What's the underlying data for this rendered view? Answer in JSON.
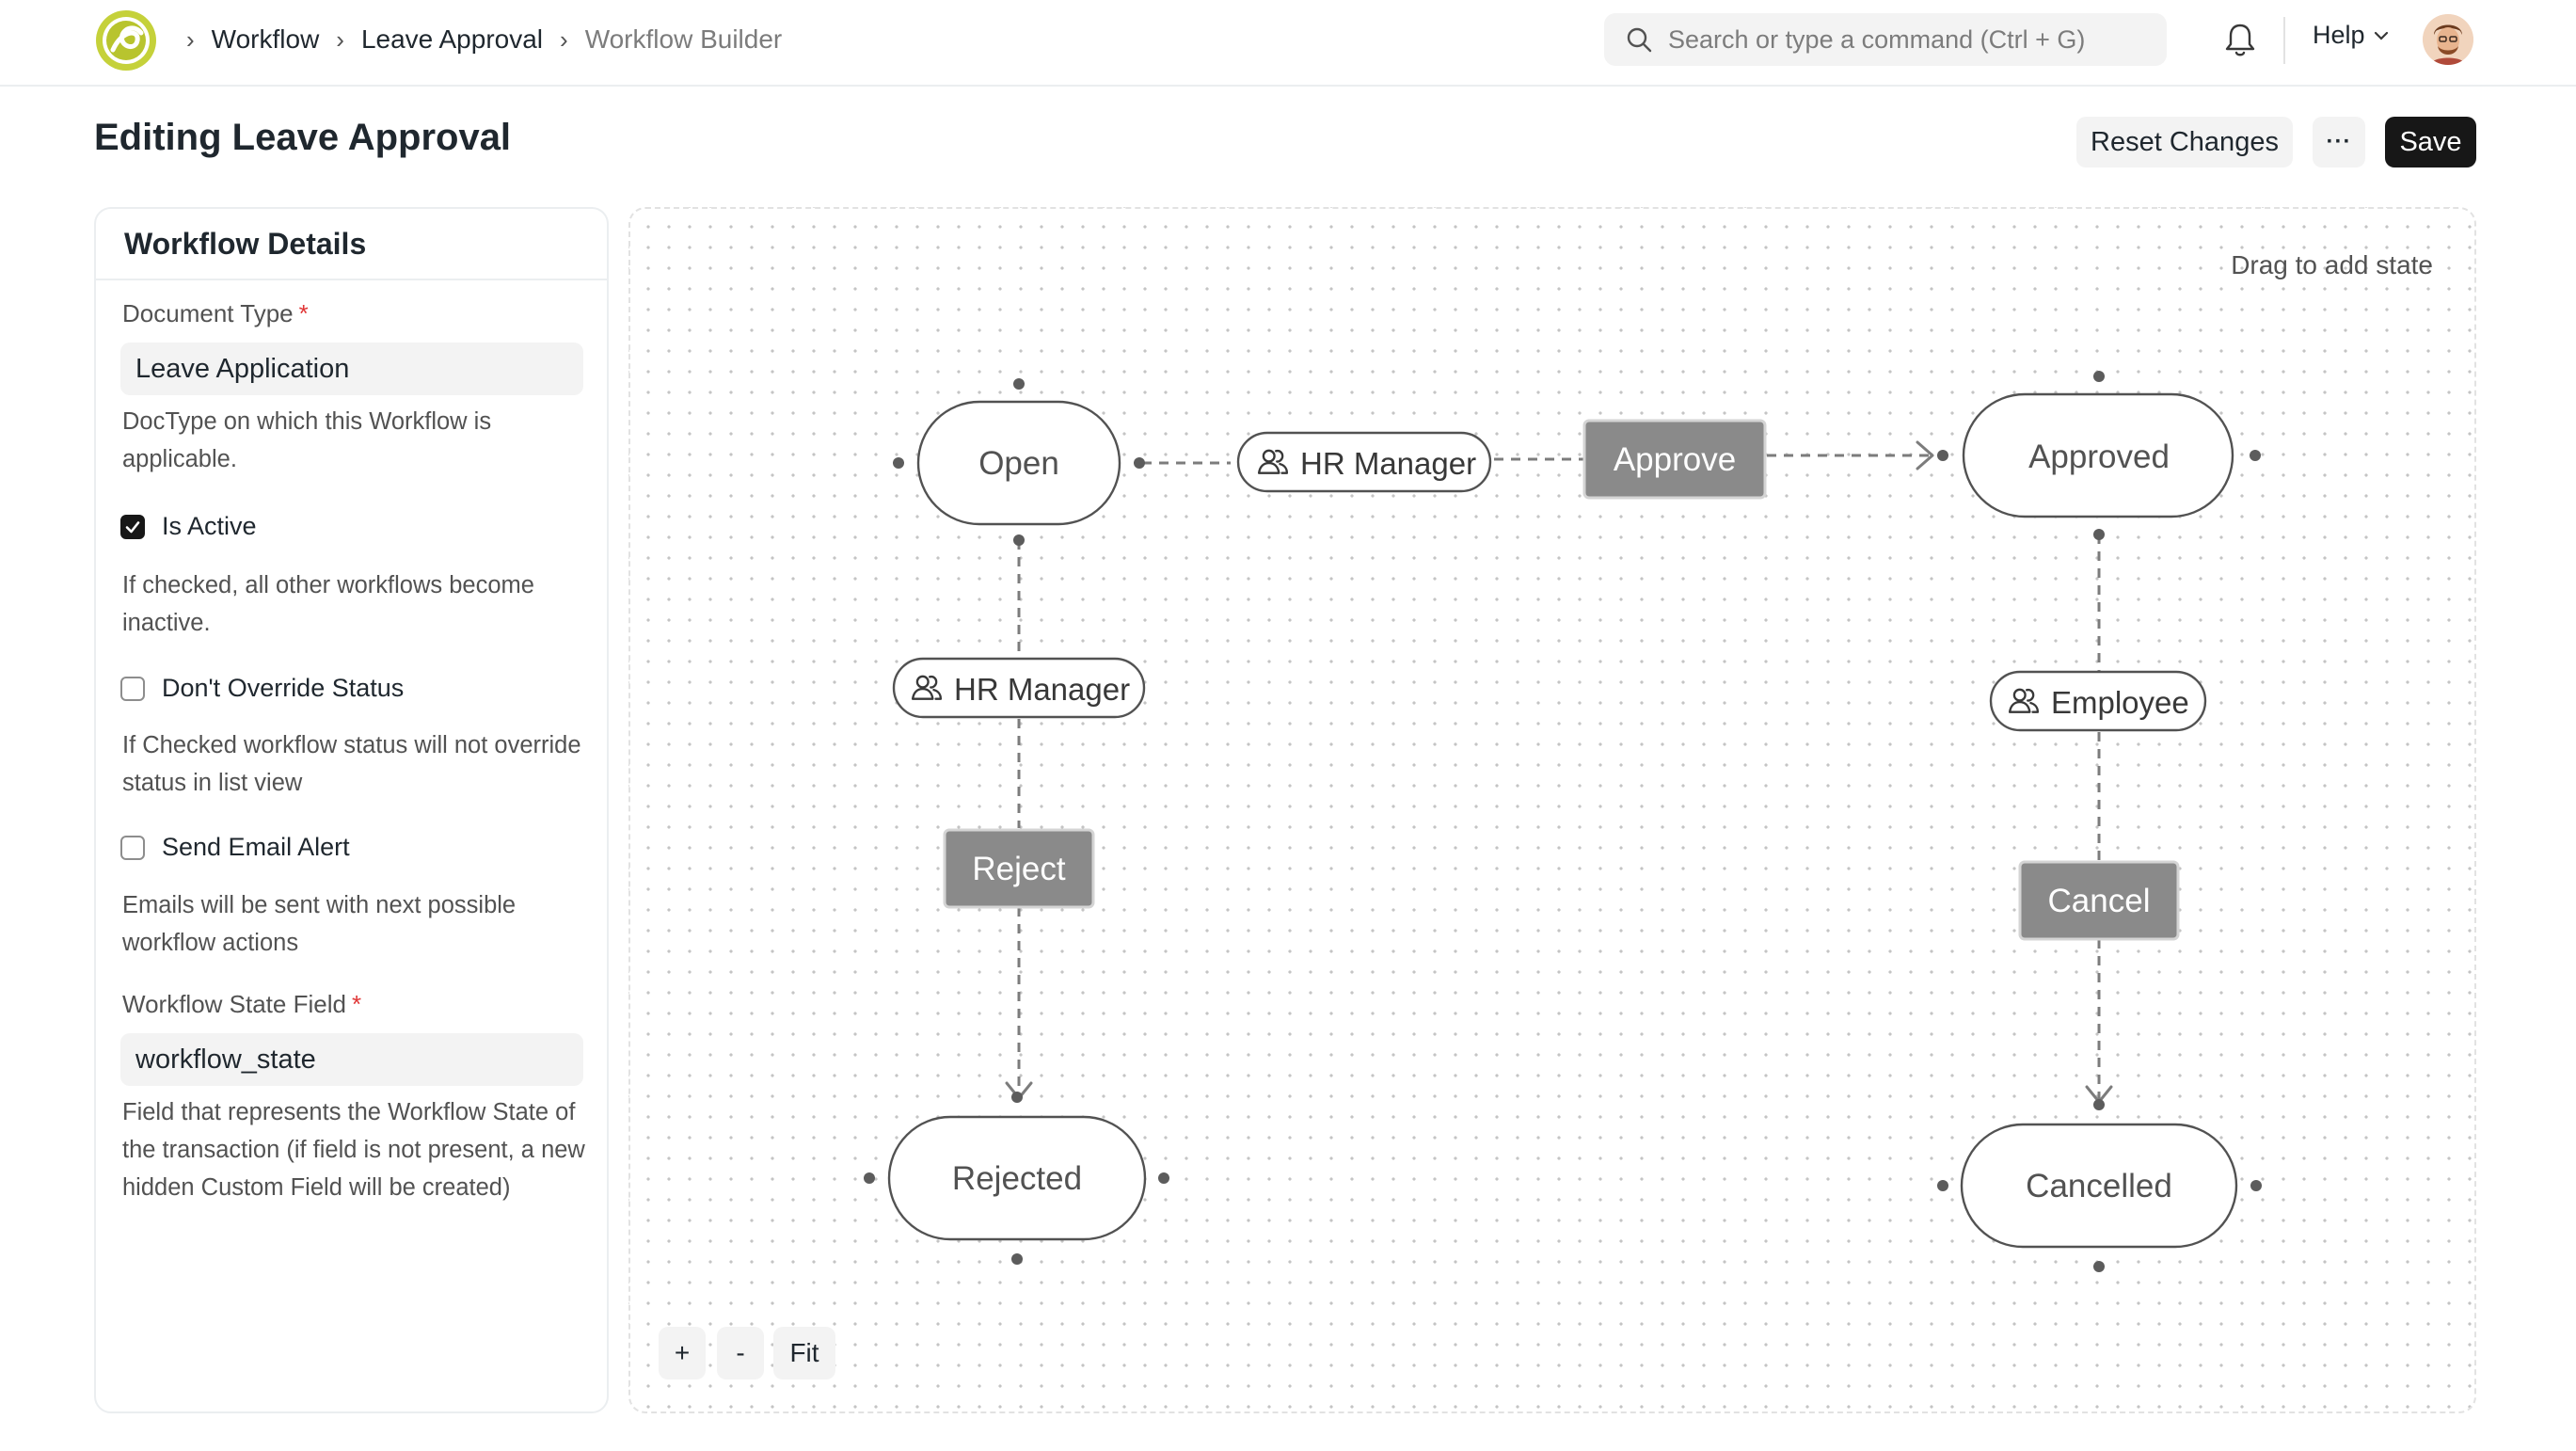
{
  "navbar": {
    "breadcrumbs": [
      "Workflow",
      "Leave Approval",
      "Workflow Builder"
    ],
    "search_placeholder": "Search or type a command (Ctrl + G)",
    "help_label": "Help"
  },
  "page": {
    "title": "Editing Leave Approval",
    "reset_label": "Reset Changes",
    "more_label": "···",
    "save_label": "Save"
  },
  "details": {
    "heading": "Workflow Details",
    "document_type": {
      "label": "Document Type",
      "required_mark": "*",
      "value": "Leave Application",
      "description": "DocType on which this Workflow is applicable."
    },
    "is_active": {
      "label": "Is Active",
      "checked": true,
      "description": "If checked, all other workflows become inactive."
    },
    "dont_override_status": {
      "label": "Don't Override Status",
      "checked": false,
      "description": "If Checked workflow status will not override status in list view"
    },
    "send_email_alert": {
      "label": "Send Email Alert",
      "checked": false,
      "description": "Emails will be sent with next possible workflow actions"
    },
    "workflow_state_field": {
      "label": "Workflow State Field",
      "required_mark": "*",
      "value": "workflow_state",
      "description": "Field that represents the Workflow State of the transaction (if field is not present, a new hidden Custom Field will be created)"
    }
  },
  "canvas": {
    "drag_hint": "Drag to add state",
    "states": [
      "Open",
      "Approved",
      "Rejected",
      "Cancelled"
    ],
    "transitions": [
      {
        "from": "Open",
        "to": "Approved",
        "role": "HR Manager",
        "action": "Approve"
      },
      {
        "from": "Open",
        "to": "Rejected",
        "role": "HR Manager",
        "action": "Reject"
      },
      {
        "from": "Approved",
        "to": "Cancelled",
        "role": "Employee",
        "action": "Cancel"
      }
    ],
    "zoom_in_label": "+",
    "zoom_out_label": "-",
    "fit_label": "Fit"
  }
}
